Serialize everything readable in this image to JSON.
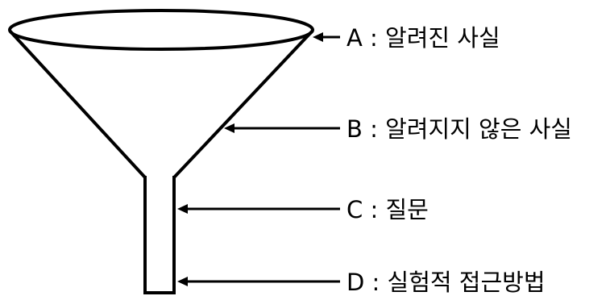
{
  "labels": {
    "a": "A : 알려진 사실",
    "b": "B : 알려지지 않은 사실",
    "c": "C : 질문",
    "d": "D : 실험적 접근방법"
  },
  "colors": {
    "stroke": "#000000",
    "background": "#ffffff"
  }
}
